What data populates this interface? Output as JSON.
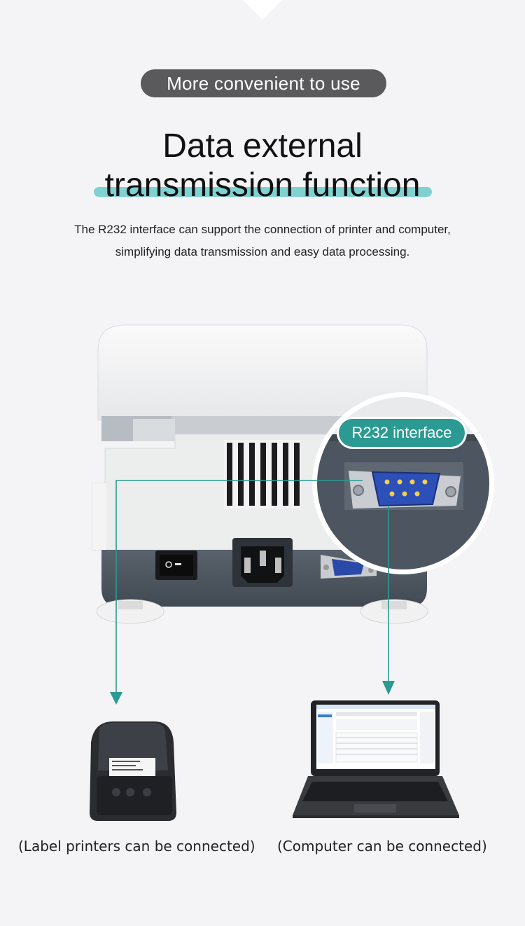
{
  "header": {
    "tag": "More convenient to use",
    "title_line1": "Data external",
    "title_line2": "transmission function"
  },
  "description": {
    "line1": "The R232 interface can support the connection of printer and computer,",
    "line2": "simplifying data transmission and easy data processing."
  },
  "callout": {
    "badge": "R232 interface"
  },
  "captions": {
    "printer": "(Label printers can be connected)",
    "computer": "(Computer can be connected)"
  },
  "colors": {
    "accent": "#2a9a93",
    "underline": "#7fd1d2",
    "pill": "#5a5a5c",
    "device_base": "#4c5560"
  },
  "icons": [
    "power-switch-icon",
    "power-socket-icon",
    "serial-port-icon",
    "printer-icon",
    "laptop-icon"
  ]
}
